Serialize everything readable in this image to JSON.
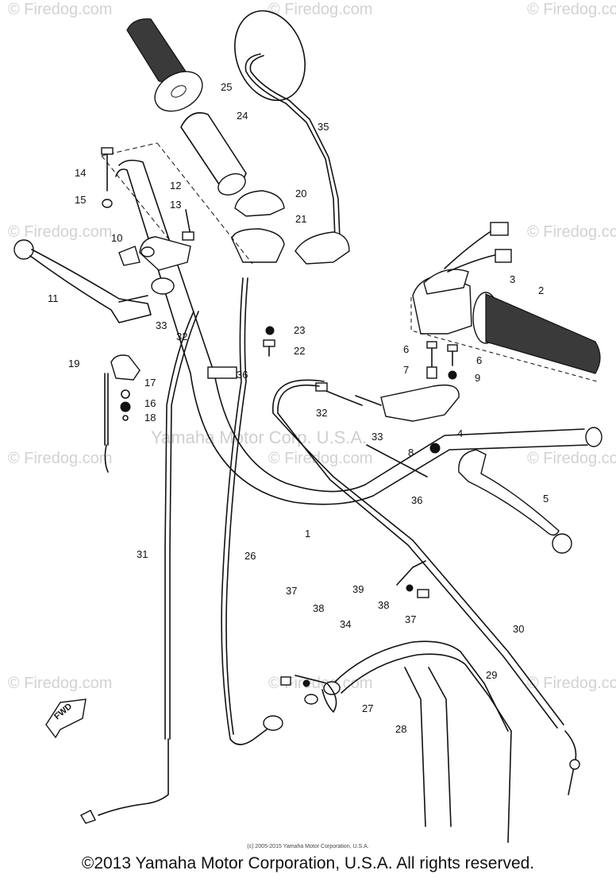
{
  "watermarks": {
    "firedog": "© Firedog.com",
    "center": "Yamaha Motor Corp. U.S.A."
  },
  "callouts": [
    "1",
    "2",
    "3",
    "4",
    "5",
    "6",
    "6",
    "7",
    "8",
    "9",
    "10",
    "11",
    "12",
    "13",
    "14",
    "15",
    "16",
    "17",
    "18",
    "19",
    "20",
    "21",
    "22",
    "23",
    "24",
    "25",
    "26",
    "27",
    "28",
    "29",
    "30",
    "31",
    "32",
    "32",
    "33",
    "33",
    "34",
    "35",
    "36",
    "36",
    "37",
    "37",
    "38",
    "38",
    "39"
  ],
  "fwd_label": "FWD",
  "footer": {
    "small": "(c) 2005-2015 Yamaha Motor Corporation, U.S.A.",
    "main": "©2013 Yamaha Motor Corporation, U.S.A. All rights reserved."
  },
  "colors": {
    "ink": "#111111",
    "watermark": "#d2d2d2",
    "background": "#ffffff"
  }
}
